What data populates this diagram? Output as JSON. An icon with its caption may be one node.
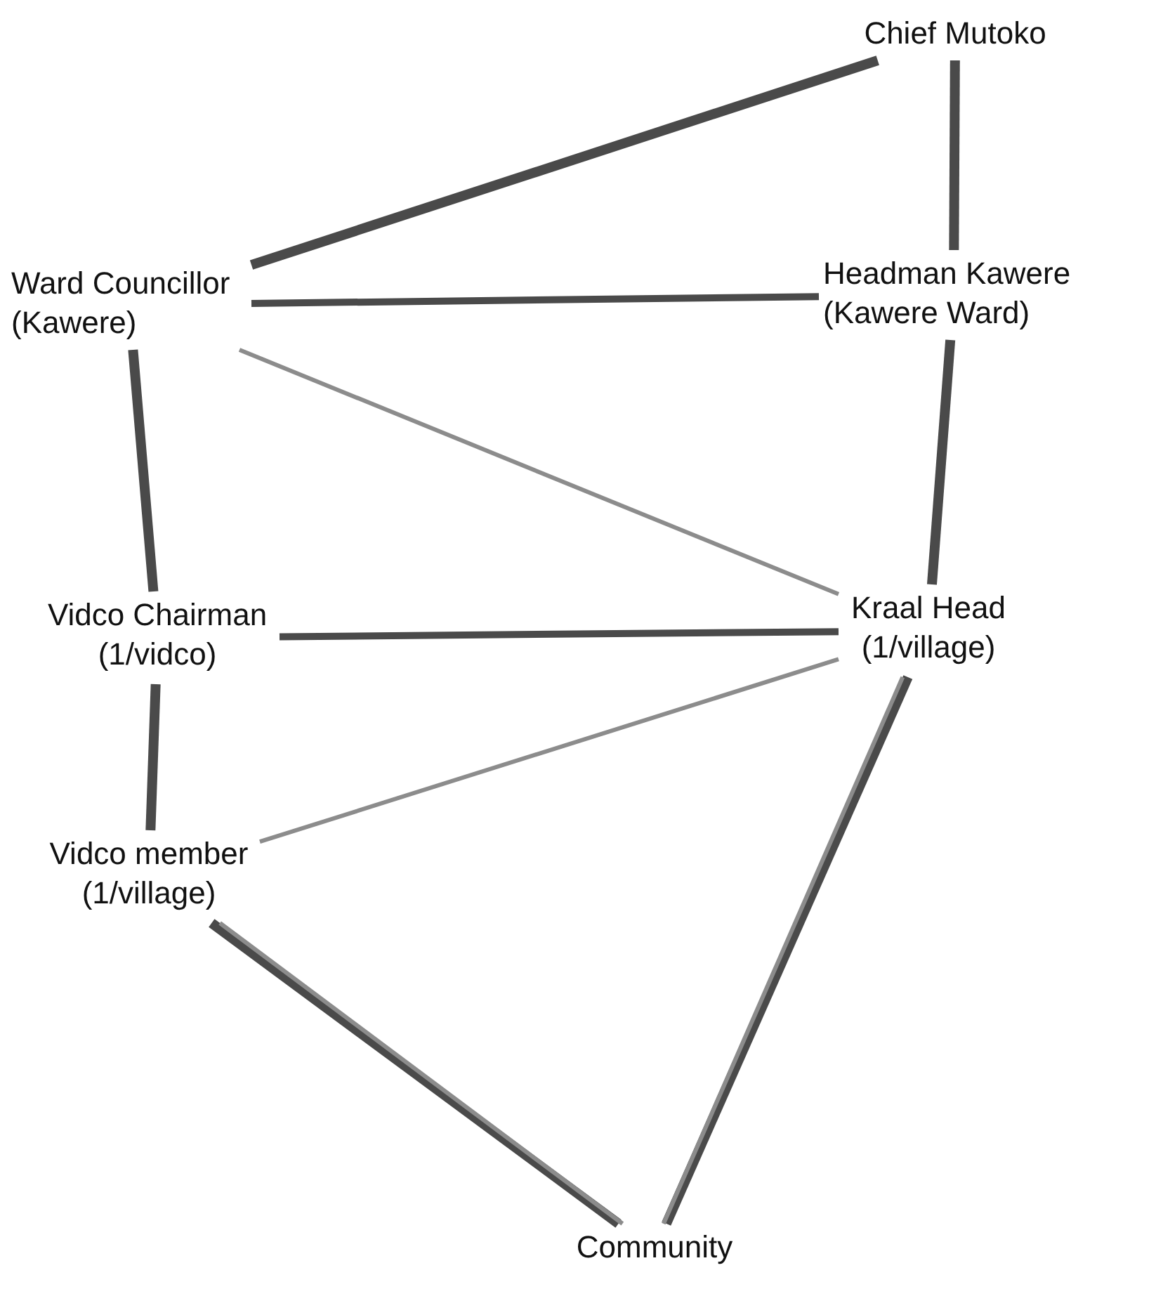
{
  "diagram": {
    "nodes": [
      {
        "text": [
          "Chief Mutoko"
        ]
      },
      {
        "text": [
          "Ward Councillor (Kawere)"
        ]
      },
      {
        "text": [
          "Headman Kawere (Kawere Ward)"
        ]
      },
      {
        "text": [
          "Vidco Chairman (1/vidco)"
        ]
      },
      {
        "text": [
          "Kraal Head (1/village)"
        ]
      },
      {
        "text": [
          "Vidco member (1/village)"
        ]
      },
      {
        "text": [
          "Community"
        ]
      }
    ],
    "edges": [
      {
        "from": 0,
        "to": 1,
        "arrow": "none"
      },
      {
        "from": 0,
        "to": 2,
        "arrow": "none"
      },
      {
        "from": 1,
        "to": 2,
        "arrow": "none"
      },
      {
        "from": 1,
        "to": 3,
        "arrow": "none"
      },
      {
        "from": 1,
        "to": 4,
        "arrow": "none",
        "color": "#8c8c8c"
      },
      {
        "from": 2,
        "to": 4,
        "arrow": "none"
      },
      {
        "from": 3,
        "to": 4,
        "arrow": "none"
      },
      {
        "from": 3,
        "to": 5,
        "arrow": "none"
      },
      {
        "from": 5,
        "to": 4,
        "arrow": "none",
        "color": "#8c8c8c"
      },
      {
        "from": 5,
        "to": 6,
        "arrow": "none"
      },
      {
        "from": 5,
        "to": 6,
        "arrow": "none",
        "color": "#8c8c8c"
      },
      {
        "from": 4,
        "to": 6,
        "arrow": "none"
      },
      {
        "from": 4,
        "to": 6,
        "arrow": "none",
        "color": "#8c8c8c"
      }
    ]
  }
}
